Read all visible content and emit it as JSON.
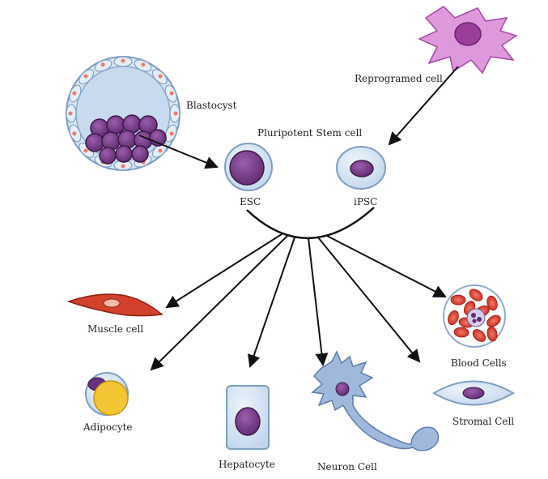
{
  "labels": {
    "blastocyst": "Blastocyst",
    "reprogrammed": "Reprogramed cell",
    "pluripotent": "Pluripotent Stem cell",
    "esc": "ESC",
    "ipsc": "iPSC",
    "muscle": "Muscle cell",
    "adipocyte": "Adipocyte",
    "hepatocyte": "Hepatocyte",
    "neuron": "Neuron Cell",
    "blood": "Blood Cells",
    "stromal": "Stromal Cell"
  },
  "colors": {
    "membrane": "#9fb8d6",
    "cytoplasm": "#cfe0f0",
    "nucleus": "#7a3f8a",
    "reprogrammed": "#d98ad8",
    "muscle": "#d1412b",
    "fat": "#f3c433",
    "rbc": "#d73a2c",
    "arrow": "#111111"
  }
}
